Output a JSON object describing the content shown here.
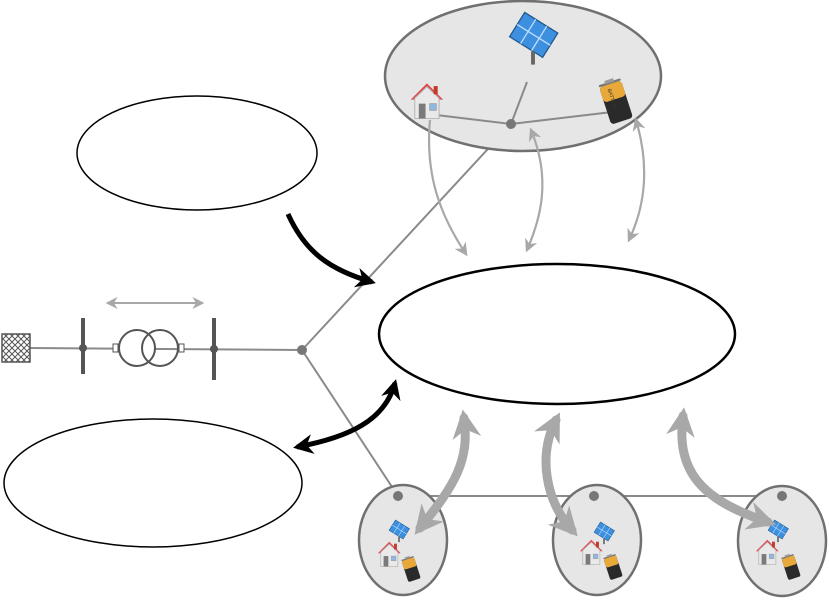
{
  "diagram": {
    "nodes": [
      {
        "id": "upper-left-oval",
        "label": ""
      },
      {
        "id": "center-oval",
        "label": ""
      },
      {
        "id": "lower-left-oval",
        "label": ""
      },
      {
        "id": "top-microgrid-group",
        "label": ""
      },
      {
        "id": "cluster-1",
        "label": ""
      },
      {
        "id": "cluster-2",
        "label": ""
      },
      {
        "id": "cluster-3",
        "label": ""
      }
    ],
    "icons": [
      "grid-connection-icon",
      "transformer-icon",
      "solar-panel-icon",
      "house-icon",
      "battery-icon"
    ],
    "battery_label": "BATTERY",
    "colors": {
      "line": "#8a8a8a",
      "arrow_black": "#000000",
      "arrow_gray": "#a8a8a8",
      "group_fill": "#e6e6e6",
      "group_stroke": "#707070",
      "house_roof": "#e0474c",
      "panel": "#3d8fdf",
      "battery": "#e8a93a"
    }
  }
}
